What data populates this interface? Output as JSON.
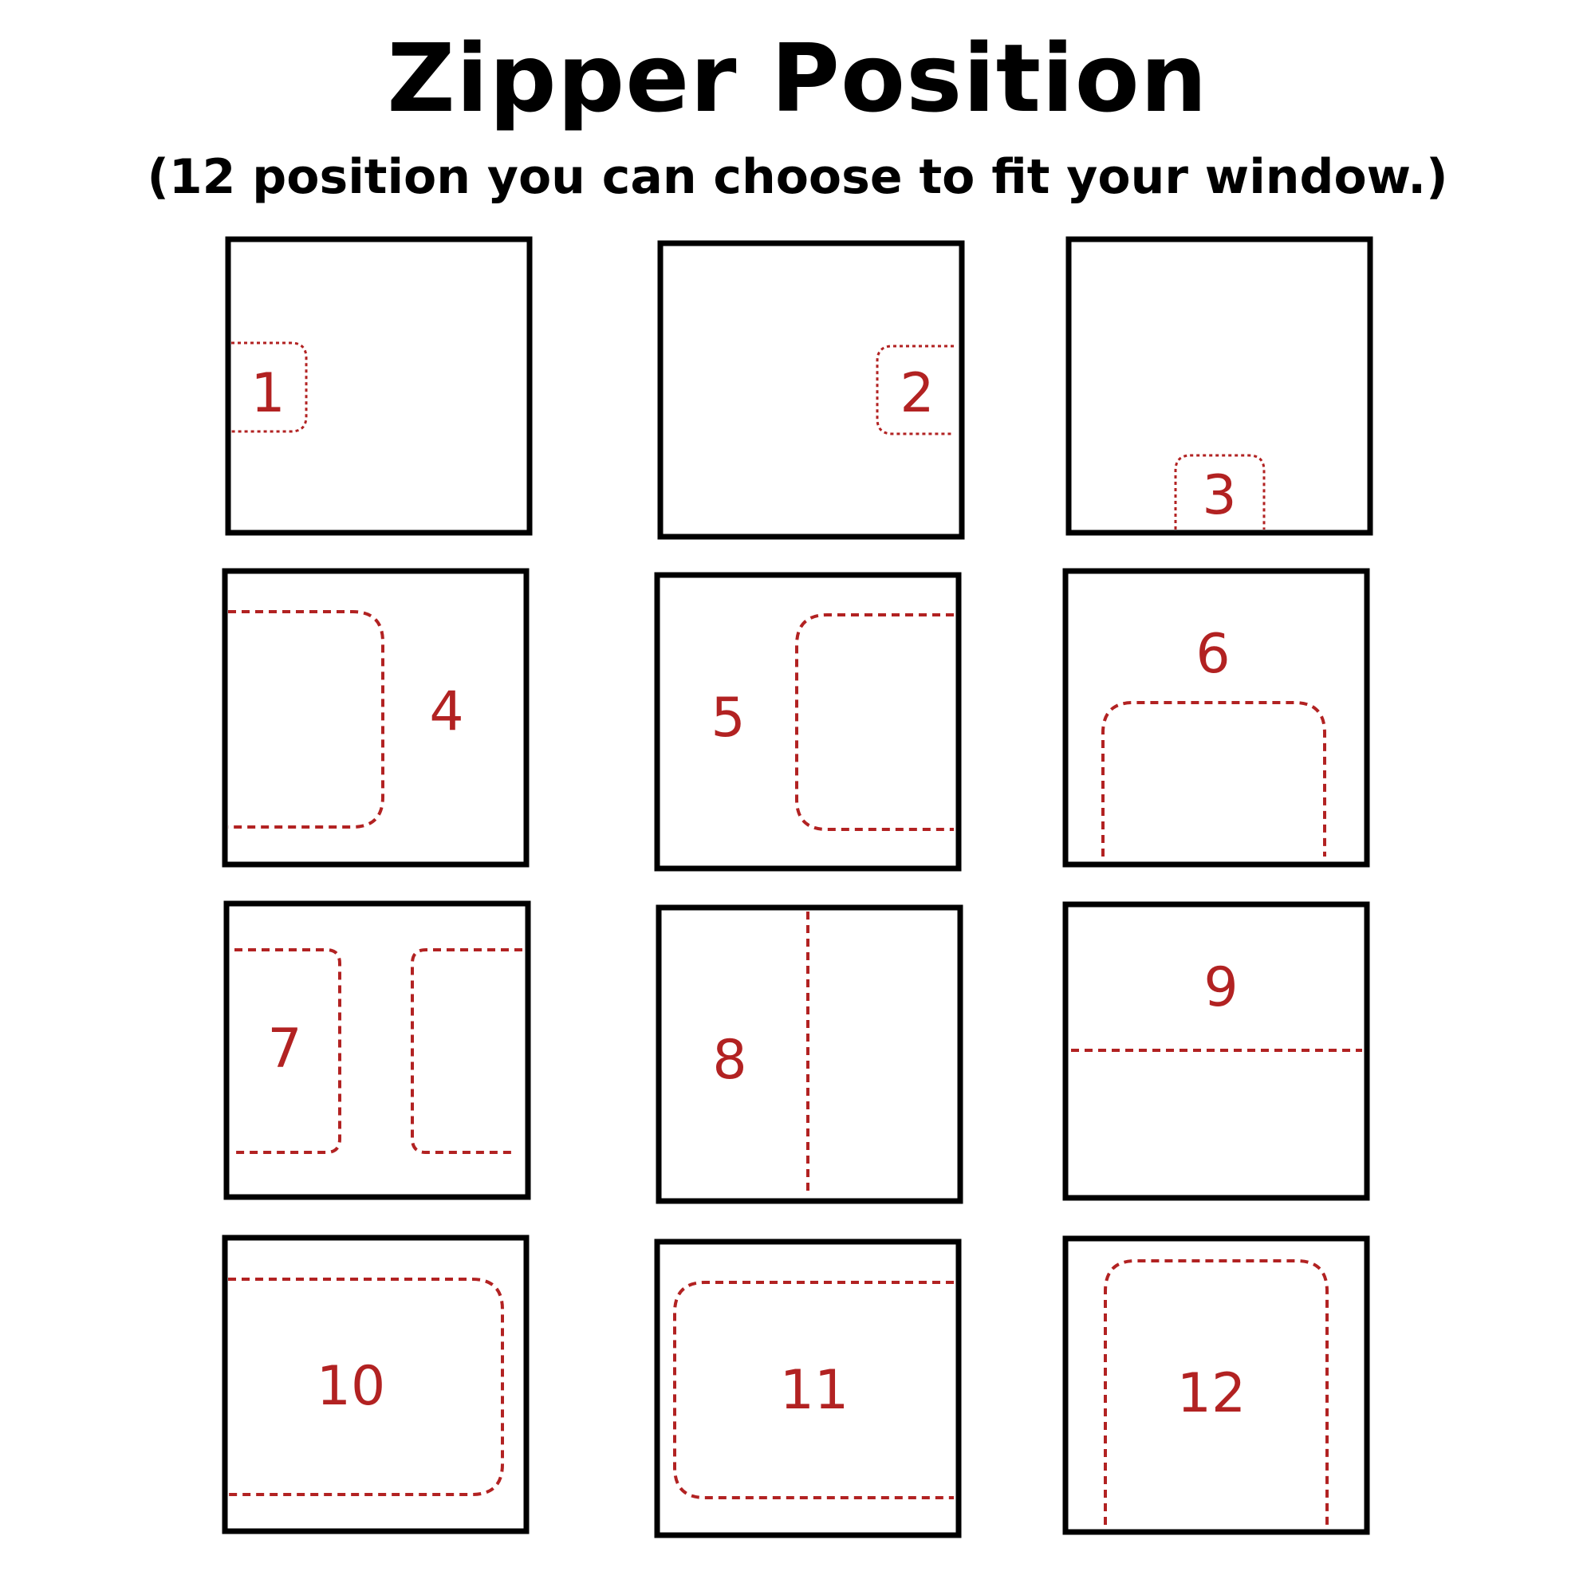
{
  "title": "Zipper Position",
  "subtitle": "(12 position you can choose to fit your window.)",
  "colors": {
    "frame": "#000000",
    "zipper": "#b22222",
    "background": "#ffffff"
  },
  "positions": [
    {
      "label": "1"
    },
    {
      "label": "2"
    },
    {
      "label": "3"
    },
    {
      "label": "4"
    },
    {
      "label": "5"
    },
    {
      "label": "6"
    },
    {
      "label": "7"
    },
    {
      "label": "8"
    },
    {
      "label": "9"
    },
    {
      "label": "10"
    },
    {
      "label": "11"
    },
    {
      "label": "12"
    }
  ]
}
